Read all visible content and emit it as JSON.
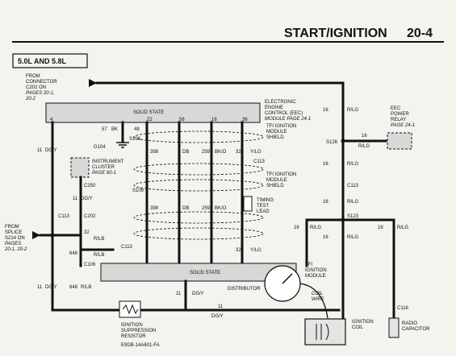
{
  "header": {
    "title": "START/IGNITION",
    "page": "20-4"
  },
  "engine_label": "5.0L AND 5.8L",
  "from_connector": [
    "FROM",
    "CONNECTOR",
    "C202 ON",
    "PAGES 20-1,",
    "20-2"
  ],
  "from_splice": [
    "FROM",
    "SPLICE",
    "S214 ON",
    "PAGES",
    "20-1, 20-2"
  ],
  "eec": {
    "solid_state": "SOLID STATE",
    "label": [
      "ELECTRONIC",
      "ENGINE",
      "CONTROL (EEC)",
      "MODULE PAGE 24-1"
    ],
    "pins": [
      "4",
      "22",
      "56",
      "16",
      "36"
    ]
  },
  "eec_relay": [
    "EEC",
    "POWER",
    "RELAY",
    "PAGE 24-1"
  ],
  "instrument_cluster": [
    "INSTRUMENT",
    "CLUSTER",
    "PAGE 60-1"
  ],
  "tfi_shield_1": [
    "TFI IGNITION",
    "MODULE",
    "SHIELD"
  ],
  "tfi_shield_2": [
    "TFI IGNITION",
    "MODULE",
    "SHIELD"
  ],
  "timing_lead": [
    "TIMING",
    "TEST",
    "LEAD"
  ],
  "tfi_module": {
    "solid_state": "SOLID STATE",
    "label": [
      "TFI",
      "IGNITION",
      "MODULE"
    ]
  },
  "distributor": "DISTRIBUTOR",
  "coil_wire": [
    "COIL",
    "WIRE"
  ],
  "ignition_coil": [
    "IGNITION",
    "COIL"
  ],
  "radio_capacitor": [
    "RADIO",
    "CAPACITOR"
  ],
  "suppression": [
    "IGNITION",
    "SUPPRESSION",
    "RESISTOR"
  ],
  "part_code": "E9DB-14A601-FA",
  "ground": "G104",
  "splices": {
    "s108": "S108",
    "s109": "S109",
    "s126": "S126",
    "s123": "S123"
  },
  "connectors": {
    "c113": "C113",
    "c202": "C202",
    "c250": "C250",
    "c106": "C106",
    "c116": "C116"
  },
  "wires": {
    "w57": "57",
    "bk": "BK",
    "w48": "48",
    "w11": "11",
    "dgy": "DG/Y",
    "w16": "16",
    "rlg": "R/LG",
    "w398": "398",
    "db": "DB",
    "w259": "259",
    "bko": "BK/O",
    "w324": "324",
    "ylg": "Y/LG",
    "w32": "32",
    "rlb": "R/LB",
    "w648": "648"
  }
}
